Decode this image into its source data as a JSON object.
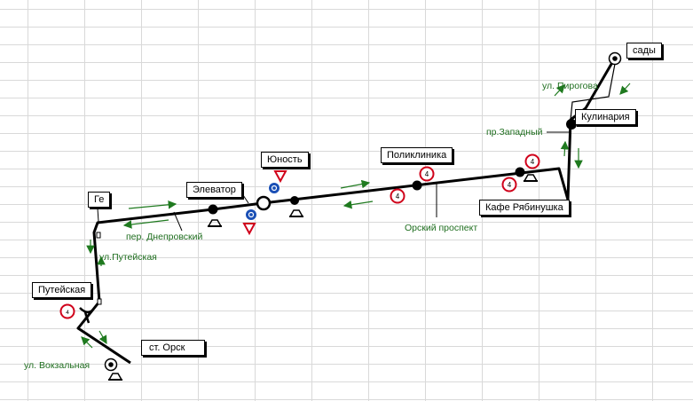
{
  "stops": {
    "sady": "сады",
    "kulinaria": "Кулинария",
    "poliklinika": "Поликлиника",
    "yunost": "Юность",
    "elevator": "Элеватор",
    "ge": "Ге",
    "kafe": "Кафе Рябинушка",
    "puteyskaya": "Путейская",
    "st_orsk": "ст. Орск"
  },
  "streets": {
    "pirogova": "ул. Пирогова",
    "zapadny": "пр.Западный",
    "orsky": "Орский проспект",
    "dneprovsky": "пер. Днепровский",
    "puteyskaya": "ул.Путейская",
    "vokzalnaya": "ул. Вокзальная"
  },
  "signs": {
    "speed_limit": "4",
    "speed_limit_small": "4"
  },
  "colors": {
    "route": "#000000",
    "arrow": "#1f7a1f",
    "street_text": "#1f6e1f",
    "sign_red": "#d0021b",
    "sign_blue": "#1a4fb5",
    "grid": "#d9d9d9"
  }
}
